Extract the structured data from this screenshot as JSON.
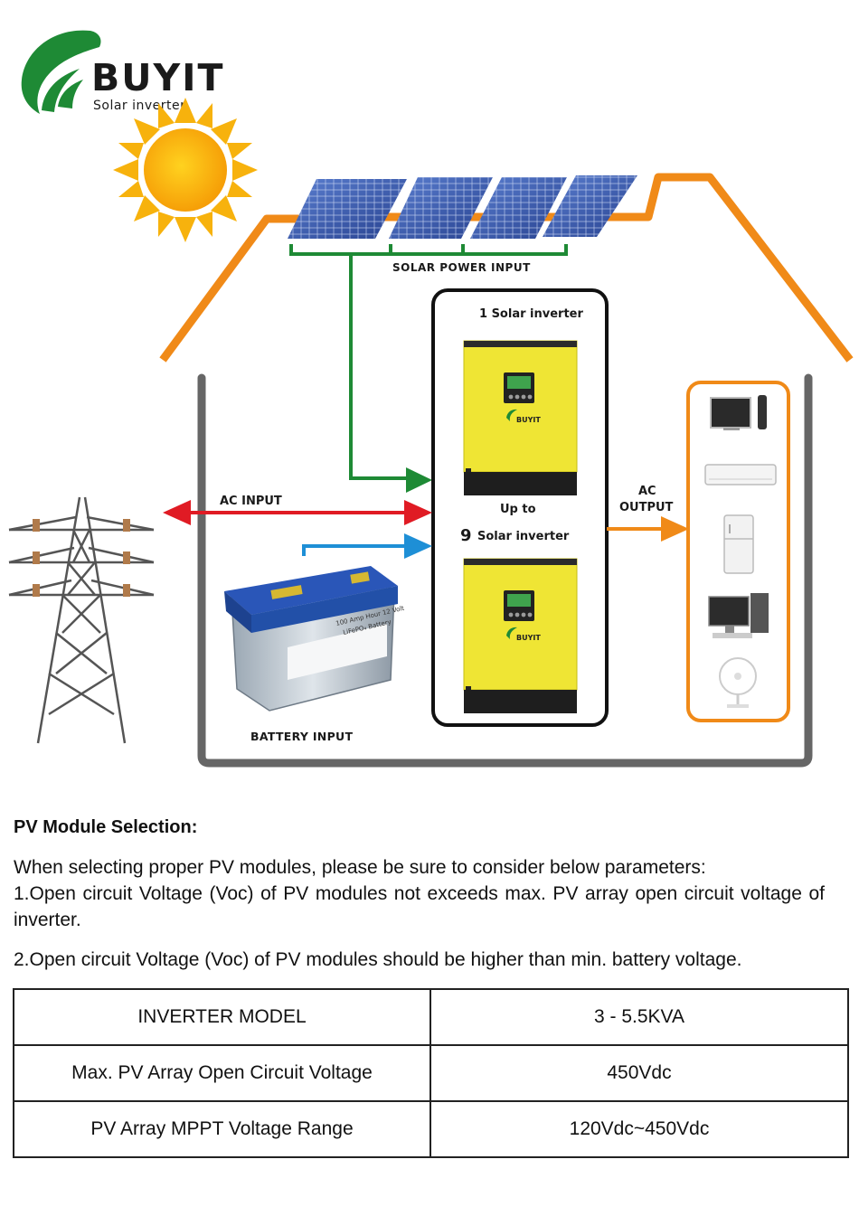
{
  "brand": {
    "name": "BUYIT",
    "tagline": "Solar inverter",
    "green": "#1e8a35",
    "orange": "#f08a18"
  },
  "diagram": {
    "solar_label": "SOLAR POWER INPUT",
    "inverter_top_label": "1 Solar inverter",
    "upto_label": "Up to",
    "inverter_count": "9",
    "inverter_bottom_label": "Solar inverter",
    "ac_input_label": "AC INPUT",
    "ac_output_label_1": "AC",
    "ac_output_label_2": "OUTPUT",
    "battery_label": "BATTERY INPUT",
    "battery_text_1": "100 Amp Hour 12 Volt",
    "battery_text_2": "LiFePO₄ Battery",
    "inverter_brand": "BUYIT",
    "appliances": [
      "tv-icon",
      "air-conditioner-icon",
      "refrigerator-icon",
      "computer-icon",
      "fan-icon"
    ],
    "line_colors": {
      "solar": "#1e8a35",
      "ac_input": "#e01b24",
      "battery": "#1e8fd6",
      "output": "#f08a18"
    }
  },
  "pv_section": {
    "title": "PV Module Selection:",
    "intro": "When selecting proper PV modules, please be sure to consider below parameters:",
    "item1": "1.Open circuit Voltage (Voc) of PV modules not exceeds max. PV array open circuit voltage of inverter.",
    "item2": "2.Open circuit Voltage (Voc) of PV modules should be higher than min. battery voltage."
  },
  "table": {
    "rows": [
      {
        "label": "INVERTER MODEL",
        "value": "3 - 5.5KVA"
      },
      {
        "label": "Max. PV Array Open Circuit Voltage",
        "value": "450Vdc"
      },
      {
        "label": "PV Array MPPT Voltage Range",
        "value": "120Vdc~450Vdc"
      }
    ]
  }
}
